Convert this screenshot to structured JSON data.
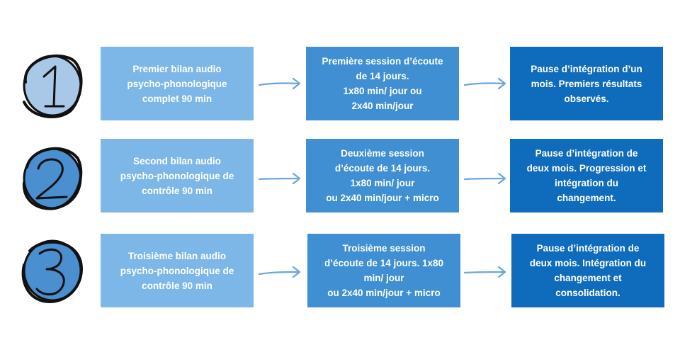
{
  "colors": {
    "light_box": "#7db7e8",
    "mid_box": "#3f8fd2",
    "dark_box": "#0f6cbd",
    "arrow": "#6aa5dc",
    "circle_fill": "#a9c8e8",
    "outline": "#111111"
  },
  "steps": [
    {
      "number": "1",
      "bilan": [
        "Premier bilan audio",
        "psycho-phonologique",
        "complet 90 min"
      ],
      "session": [
        "Première session d’écoute",
        "de 14 jours.",
        "1x80 min/ jour ou",
        "2x40 min/jour"
      ],
      "pause": [
        "Pause d’intégration d’un",
        "mois. Premiers résultats",
        "observés."
      ]
    },
    {
      "number": "2",
      "bilan": [
        "Second bilan audio",
        "psycho-phonologique de",
        "contrôle 90 min"
      ],
      "session": [
        "Deuxième session",
        "d’écoute de 14 jours.",
        "1x80 min/ jour",
        "ou 2x40 min/jour + micro"
      ],
      "pause": [
        "Pause d’intégration de",
        "deux mois. Progression et",
        "intégration du",
        "changement."
      ]
    },
    {
      "number": "3",
      "bilan": [
        "Troisième bilan audio",
        "psycho-phonologique de",
        "contrôle 90 min"
      ],
      "session": [
        "Troisième session",
        "d’écoute de 14 jours. 1x80",
        "min/ jour",
        "ou 2x40 min/jour + micro"
      ],
      "pause": [
        "Pause d’intégration de",
        "deux mois. Intégration du",
        "changement et",
        "consolidation."
      ]
    }
  ]
}
